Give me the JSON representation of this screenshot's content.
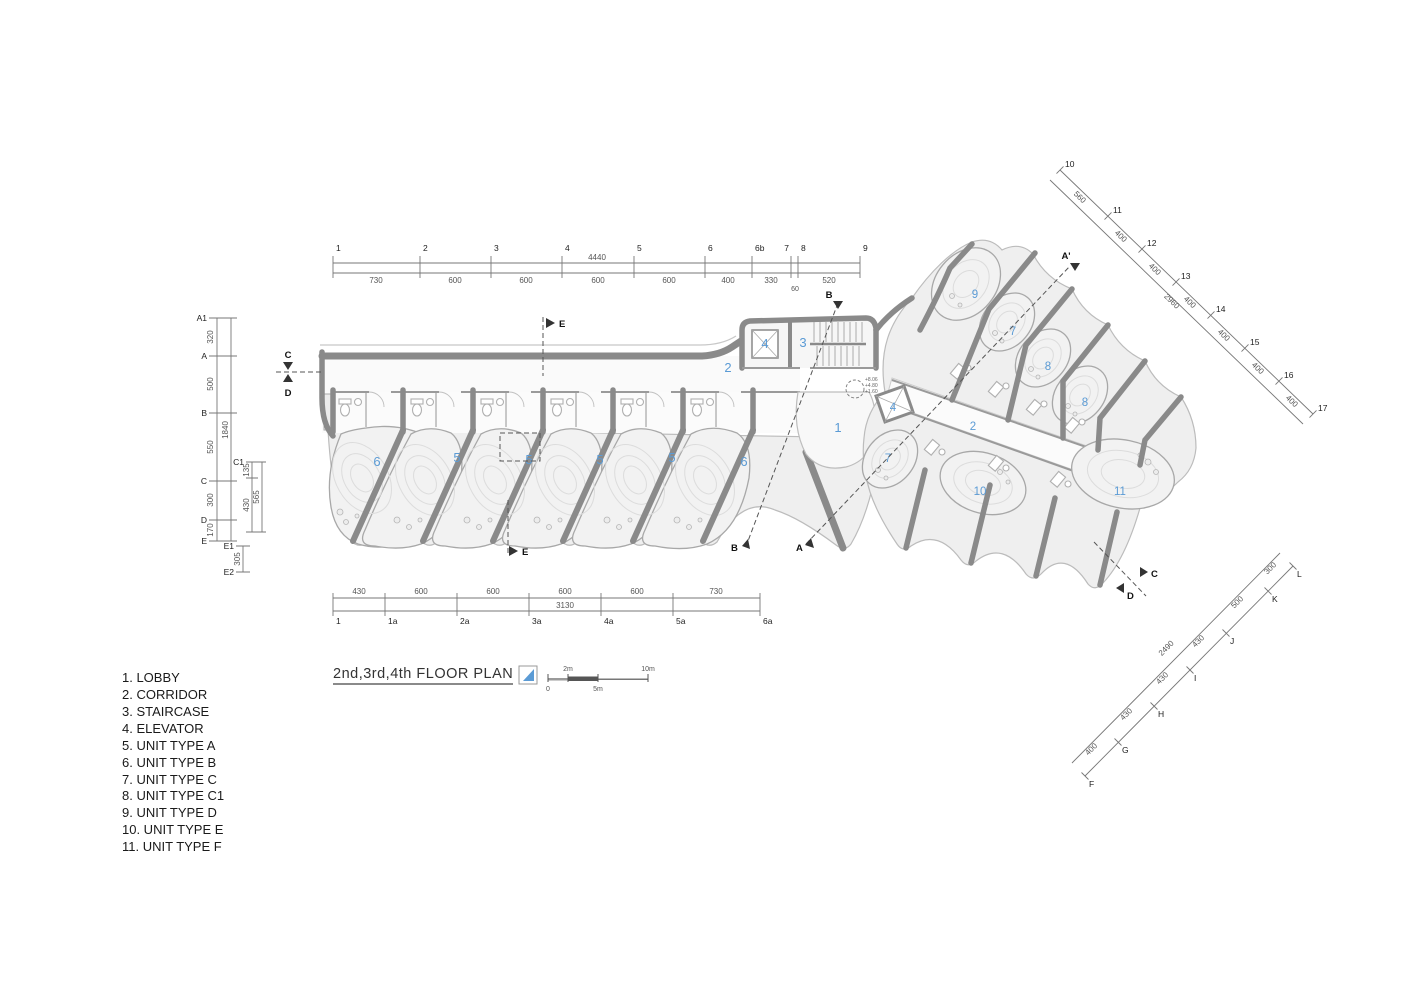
{
  "title": {
    "text": "2nd,3rd,4th FLOOR PLAN"
  },
  "legend": {
    "items": [
      "1. LOBBY",
      "2. CORRIDOR",
      "3. STAIRCASE",
      "4. ELEVATOR",
      "5. UNIT TYPE A",
      "6. UNIT TYPE B",
      "7. UNIT TYPE C",
      "8. UNIT TYPE C1",
      "9. UNIT TYPE D",
      "10. UNIT TYPE E",
      "11. UNIT TYPE F"
    ]
  },
  "scalebar": {
    "m0": "0",
    "m2": "2m",
    "m5": "5m",
    "m10": "10m"
  },
  "rooms": {
    "lobby": "1",
    "corridor": "2",
    "staircase": "3",
    "elevator": "4",
    "units_left": [
      "6",
      "5",
      "5",
      "5",
      "5",
      "6"
    ],
    "units_ne": [
      "9",
      "7",
      "8",
      "8"
    ],
    "units_sw": [
      "7",
      "10",
      "11"
    ],
    "levels": [
      "+8.06",
      "+4.80",
      "+1.60"
    ]
  },
  "sections": {
    "a": "A",
    "a_prime": "A'",
    "b": "B",
    "c": "C",
    "d": "D",
    "e": "E"
  },
  "grids": {
    "top": {
      "labels": [
        "1",
        "2",
        "3",
        "4",
        "5",
        "6",
        "6b",
        "7",
        "8",
        "9"
      ],
      "segs": [
        "730",
        "600",
        "600",
        "600",
        "600",
        "400",
        "330",
        "60",
        "520"
      ],
      "total": "4440"
    },
    "bottom": {
      "labels": [
        "1",
        "1a",
        "2a",
        "3a",
        "4a",
        "5a",
        "6a"
      ],
      "segs": [
        "430",
        "600",
        "600",
        "600",
        "600",
        "730"
      ],
      "total": "3130"
    },
    "left": {
      "labels": [
        "A1",
        "A",
        "B",
        "C",
        "D",
        "E",
        "E1",
        "E2",
        "C1"
      ],
      "segs": [
        "320",
        "500",
        "550",
        "300",
        "170",
        "305",
        "135",
        "430"
      ],
      "totals": {
        "main": "1840",
        "c1": "565"
      }
    },
    "ne": {
      "labels": [
        "10",
        "11",
        "12",
        "13",
        "14",
        "15",
        "16",
        "17"
      ],
      "segs": [
        "560",
        "400",
        "400",
        "400",
        "400",
        "400",
        "400"
      ],
      "total": "2960"
    },
    "se": {
      "labels": [
        "F",
        "G",
        "H",
        "I",
        "J",
        "K",
        "L"
      ],
      "segs": [
        "400",
        "430",
        "430",
        "430",
        "500",
        "300"
      ],
      "total": "2490"
    }
  },
  "colors": {
    "accent_blue": "#5b9bd5",
    "wall_gray": "#8a8a8a"
  }
}
